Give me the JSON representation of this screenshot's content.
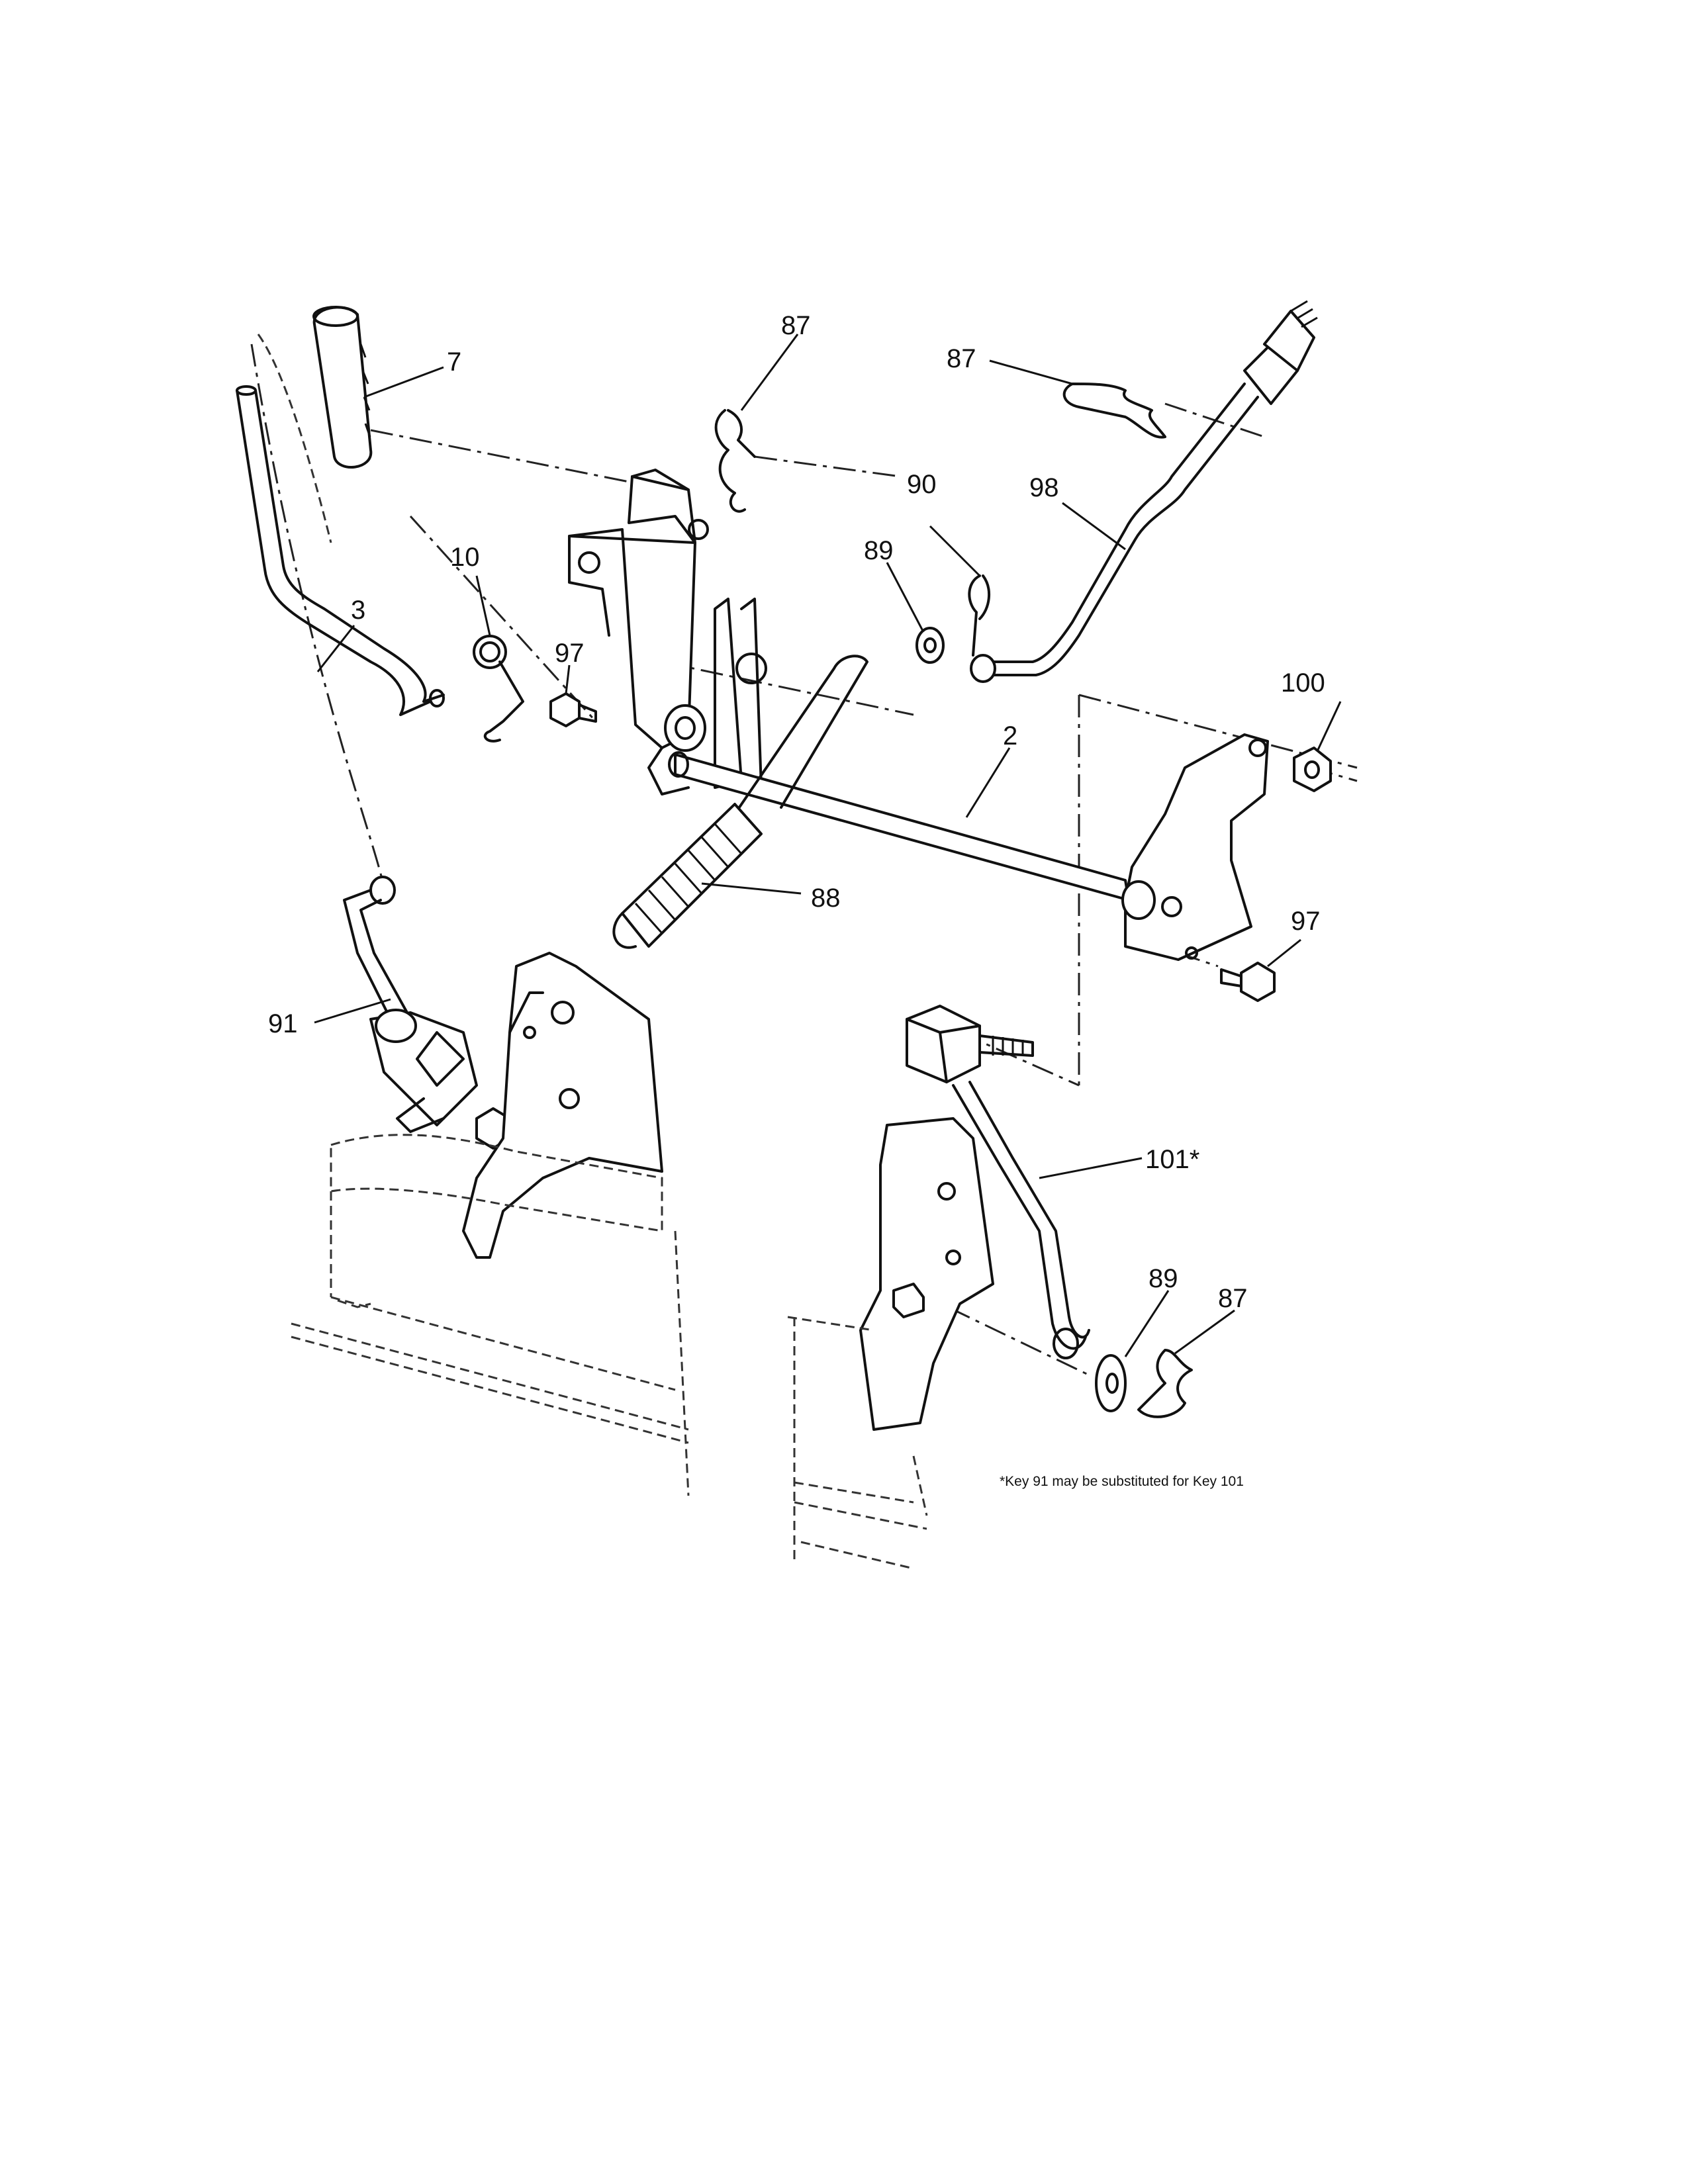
{
  "callouts": {
    "c7": "7",
    "c87_top": "87",
    "c87_right": "87",
    "c87_bottom": "87",
    "c90": "90",
    "c98": "98",
    "c89_top": "89",
    "c89_bottom": "89",
    "c10": "10",
    "c3": "3",
    "c97_left": "97",
    "c97_right": "97",
    "c100": "100",
    "c2": "2",
    "c88": "88",
    "c91": "91",
    "c101": "101*"
  },
  "footnote": "*Key 91 may be substituted for Key 101",
  "colors": {
    "ink": "#111111",
    "paper": "#ffffff"
  }
}
